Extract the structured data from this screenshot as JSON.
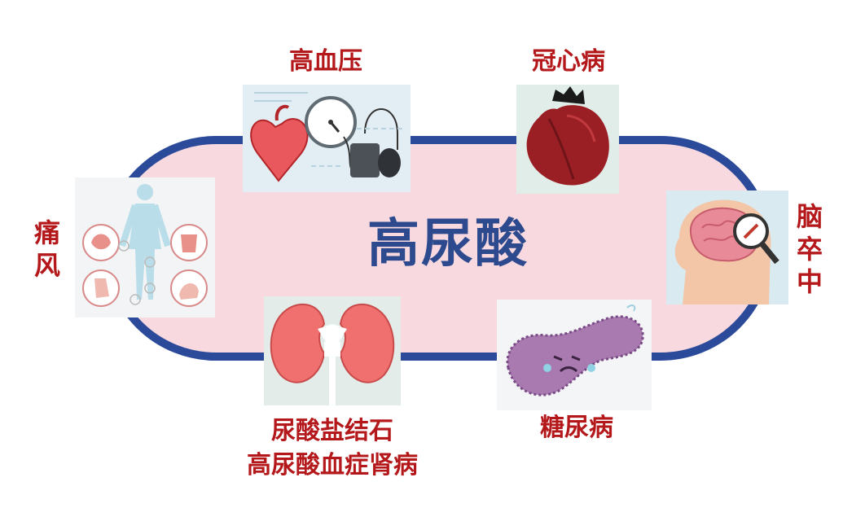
{
  "diagram": {
    "center": "高尿酸",
    "labels": {
      "hypertension": "高血压",
      "coronary": "冠心病",
      "gout_chars": [
        "痛",
        "风"
      ],
      "stroke_chars": [
        "脑",
        "卒",
        "中"
      ],
      "kidney_line1": "尿酸盐结石",
      "kidney_line2": "高尿酸血症肾病",
      "diabetes": "糖尿病"
    }
  },
  "colors": {
    "ring_outline": "#2b4a9a",
    "ring_fill": "#f7d9df",
    "center_text": "#2d4a8e",
    "label_text": "#b4181b"
  },
  "icons": {
    "hypertension": "heart-with-blood-pressure-gauge-icon",
    "coronary": "heart-icon",
    "gout": "human-body-joints-icon",
    "stroke": "head-brain-magnifier-icon",
    "kidney": "kidneys-icon",
    "diabetes": "pancreas-icon"
  }
}
